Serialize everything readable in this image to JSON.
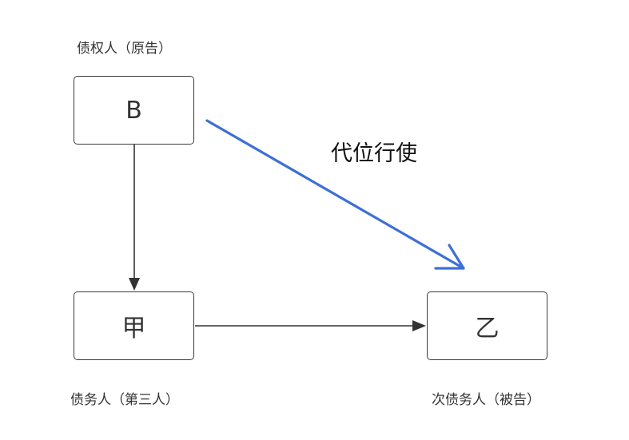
{
  "nodes": {
    "creditor": {
      "label": "B",
      "caption": "债权人（原告）"
    },
    "debtor": {
      "label": "甲",
      "caption": "债务人（第三人）"
    },
    "sub_debtor": {
      "label": "乙",
      "caption": "次债务人（被告）"
    }
  },
  "edges": {
    "subrogation": {
      "label": "代位行使",
      "color": "#3d6fd6"
    },
    "default_color": "#333333"
  }
}
